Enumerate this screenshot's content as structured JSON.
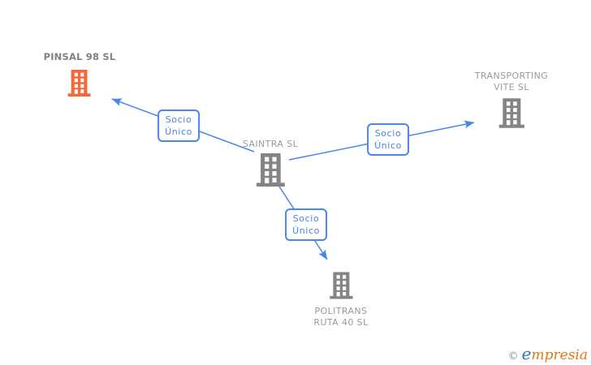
{
  "diagram": {
    "nodes": [
      {
        "name": "PINSAL 98 SL",
        "icon": "building-icon",
        "highlighted": true,
        "color": "#f4683c"
      },
      {
        "name": "SAINTRA SL",
        "icon": "building-icon",
        "highlighted": false,
        "color": "#848484"
      },
      {
        "name": "TRANSPORTING\nVITE SL",
        "icon": "building-icon",
        "highlighted": false,
        "color": "#848484"
      },
      {
        "name": "POLITRANS\nRUTA 40 SL",
        "icon": "building-icon",
        "highlighted": false,
        "color": "#848484"
      }
    ],
    "edges": [
      {
        "from": "SAINTRA SL",
        "to": "PINSAL 98 SL",
        "label": "Socio\nÚnico"
      },
      {
        "from": "SAINTRA SL",
        "to": "TRANSPORTING VITE SL",
        "label": "Socio\nÚnico"
      },
      {
        "from": "SAINTRA SL",
        "to": "POLITRANS RUTA 40 SL",
        "label": "Socio\nÚnico"
      }
    ]
  },
  "colors": {
    "edge_blue": "#4a86e8",
    "building_gray": "#848484",
    "building_highlight_orange": "#f4683c",
    "label_gray": "#9a9a9a",
    "logo_blue": "#2e75b6",
    "logo_orange": "#e87511",
    "copyright_gray_blue": "#7d95ab"
  },
  "footer": {
    "copyright_symbol": "©",
    "brand": "empresia"
  }
}
